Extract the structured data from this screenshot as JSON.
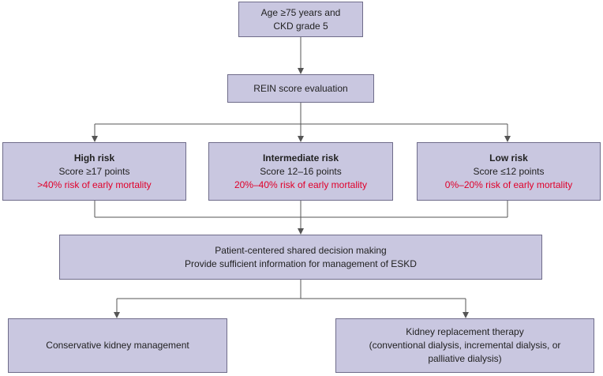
{
  "start": {
    "line1": "Age ≥75 years and",
    "line2": "CKD grade 5"
  },
  "rein": {
    "label": "REIN score evaluation"
  },
  "risks": [
    {
      "title": "High risk",
      "score": "Score ≥17 points",
      "mortality": ">40% risk of early mortality"
    },
    {
      "title": "Intermediate risk",
      "score": "Score 12–16 points",
      "mortality": "20%–40% risk of early mortality"
    },
    {
      "title": "Low risk",
      "score": "Score ≤12 points",
      "mortality": "0%–20% risk of early mortality"
    }
  ],
  "decision": {
    "line1": "Patient-centered shared decision making",
    "line2": "Provide sufficient information for management of ESKD"
  },
  "outcomes": {
    "conservative": "Conservative kidney management",
    "krt_line1": "Kidney replacement therapy",
    "krt_line2": "(conventional dialysis, incremental dialysis, or",
    "krt_line3": "palliative dialysis)"
  },
  "colors": {
    "box_fill": "#c9c7e0",
    "box_border": "#6f6c8a",
    "mortality_text": "#e0002a",
    "connector": "#555555"
  }
}
